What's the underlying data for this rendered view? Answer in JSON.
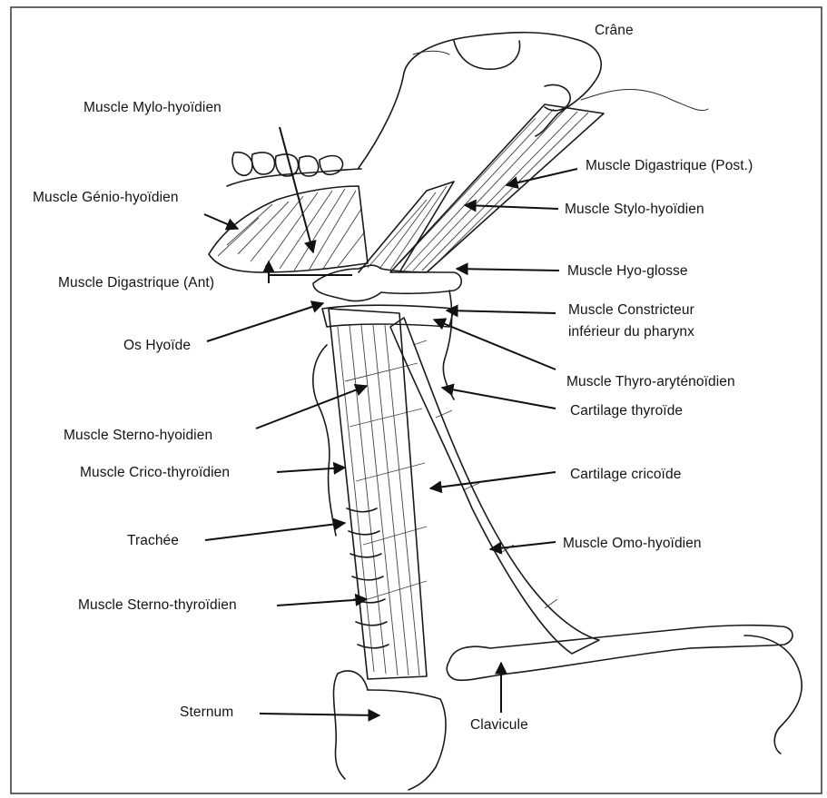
{
  "labels": {
    "crane": "Crâne",
    "mylo_hyoidien": "Muscle Mylo-hyoïdien",
    "digastrique_post": "Muscle Digastrique (Post.)",
    "genio_hyoidien": "Muscle Génio-hyoïdien",
    "stylo_hyoidien": "Muscle Stylo-hyoïdien",
    "hyo_glosse": "Muscle Hyo-glosse",
    "digastrique_ant": "Muscle Digastrique (Ant)",
    "constricteur_1": "Muscle Constricteur",
    "constricteur_2": "inférieur du pharynx",
    "os_hyoide": "Os Hyoïde",
    "thyro_arytenoidien": "Muscle Thyro-aryténoïdien",
    "cartilage_thyroide": "Cartilage thyroïde",
    "sterno_hyoidien": "Muscle Sterno-hyoidien",
    "crico_thyroidien": "Muscle Crico-thyroïdien",
    "cartilage_cricoide": "Cartilage cricoïde",
    "trachee": "Trachée",
    "omo_hyoidien": "Muscle Omo-hyoïdien",
    "sterno_thyroidien": "Muscle Sterno-thyroïdien",
    "sternum": "Sternum",
    "clavicule": "Clavicule"
  }
}
